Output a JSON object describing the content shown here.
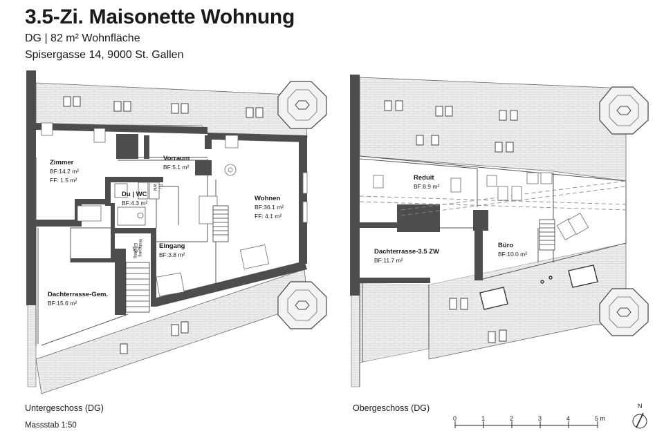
{
  "header": {
    "title": "3.5-Zi. Maisonette Wohnung",
    "subtitle": "DG  |  82 m² Wohnfläche",
    "address": "Spisergasse 14, 9000 St. Gallen"
  },
  "lower_floor": {
    "label": "Untergeschoss (DG)",
    "rooms": {
      "zimmer": {
        "name": "Zimmer",
        "bf": "BF:14.2 m²",
        "ff": "FF:  1.5 m²"
      },
      "vorraum": {
        "name": "Vorraum",
        "bf": "BF:5.1 m²"
      },
      "duwc": {
        "name": "Du | WC",
        "bf": "BF:4.3 m²"
      },
      "wohnen": {
        "name": "Wohnen",
        "bf": "BF:36.1 m²",
        "ff": "FF:  4.1 m²"
      },
      "eingang": {
        "name": "Eingang",
        "bf": "BF:3.8 m²"
      },
      "dachterrasse_gem": {
        "name": "Dachterrasse-Gem.",
        "bf": "BF:15.6 m²"
      }
    },
    "labels": {
      "eingang_wohnung_1": "Eingang",
      "eingang_wohnung_2": "Wohnung",
      "wm": "WM",
      "tu": "TU"
    }
  },
  "upper_floor": {
    "label": "Obergeschoss (DG)",
    "rooms": {
      "reduit": {
        "name": "Reduit",
        "bf": "BF:8.9 m²"
      },
      "dachterrasse_zw": {
        "name": "Dachterrasse-3.5 ZW",
        "bf": "BF:11.7 m²"
      },
      "buero": {
        "name": "Büro",
        "bf": "BF:10.0 m²"
      }
    }
  },
  "scale": {
    "text": "Massstab 1:50",
    "ticks": [
      "0",
      "1",
      "2",
      "3",
      "4",
      "5 m"
    ],
    "north": "N"
  },
  "colors": {
    "wall": "#4d4d4d",
    "roof": "#e9e9e9",
    "line": "#555555"
  }
}
